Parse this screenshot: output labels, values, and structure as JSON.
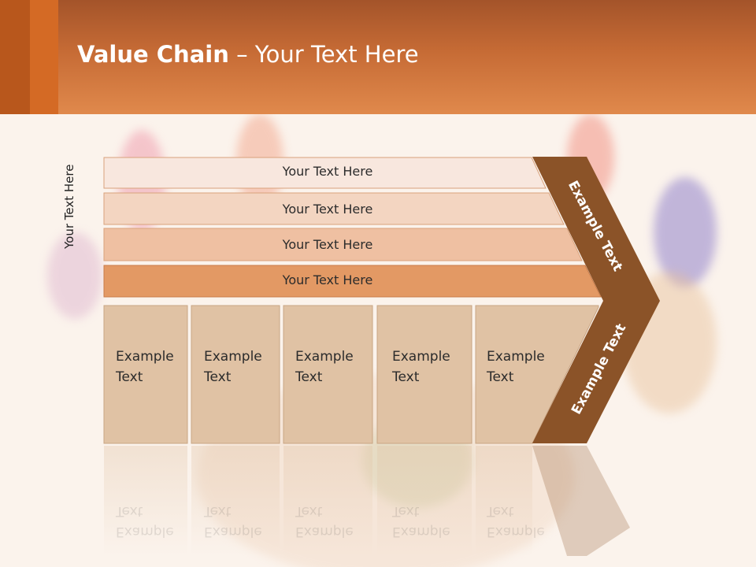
{
  "title": {
    "bold": "Value Chain",
    "rest": " – Your Text Here"
  },
  "side_label": "Your Text Here",
  "bars": [
    {
      "label": "Your Text Here",
      "color": "#f8e7de"
    },
    {
      "label": "Your Text Here",
      "color": "#f3d5c1"
    },
    {
      "label": "Your Text Here",
      "color": "#efc0a2"
    },
    {
      "label": "Your Text Here",
      "color": "#e39964"
    }
  ],
  "boxes": [
    {
      "line1": "Example",
      "line2": "Text"
    },
    {
      "line1": "Example",
      "line2": "Text"
    },
    {
      "line1": "Example",
      "line2": "Text"
    },
    {
      "line1": "Example",
      "line2": "Text"
    },
    {
      "line1": "Example",
      "line2": "Text"
    }
  ],
  "chevron": {
    "upper": "Example Text",
    "lower": "Example Text",
    "color": "#8b5328"
  },
  "colors": {
    "box_fill": "#e0c2a4",
    "header_accent": "#d46a25"
  }
}
